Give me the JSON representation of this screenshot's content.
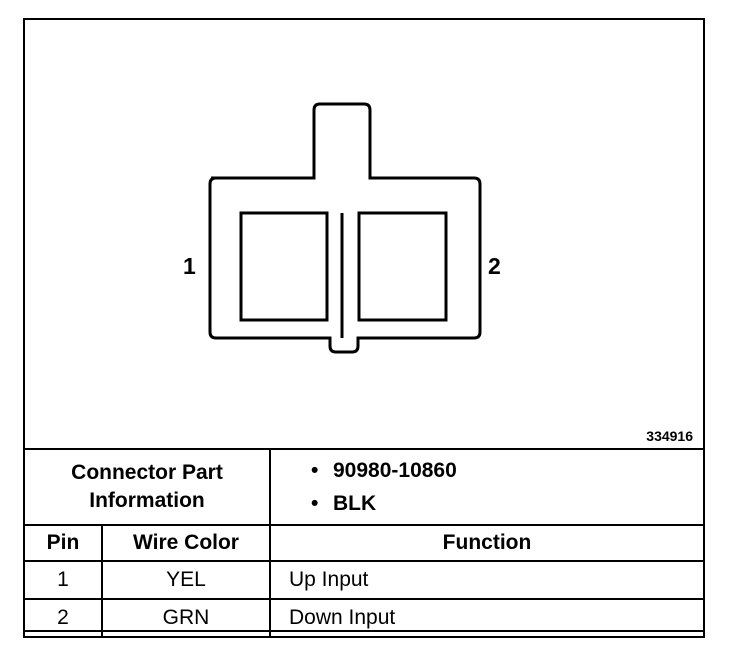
{
  "diagram": {
    "pin_left_label": "1",
    "pin_right_label": "2",
    "figure_id": "334916"
  },
  "connector_info": {
    "label": "Connector Part Information",
    "values": [
      "90980-10860",
      "BLK"
    ]
  },
  "table": {
    "headers": {
      "pin": "Pin",
      "wire_color": "Wire Color",
      "function": "Function"
    },
    "rows": [
      {
        "pin": "1",
        "wire_color": "YEL",
        "function": "Up Input"
      },
      {
        "pin": "2",
        "wire_color": "GRN",
        "function": "Down Input"
      }
    ]
  }
}
